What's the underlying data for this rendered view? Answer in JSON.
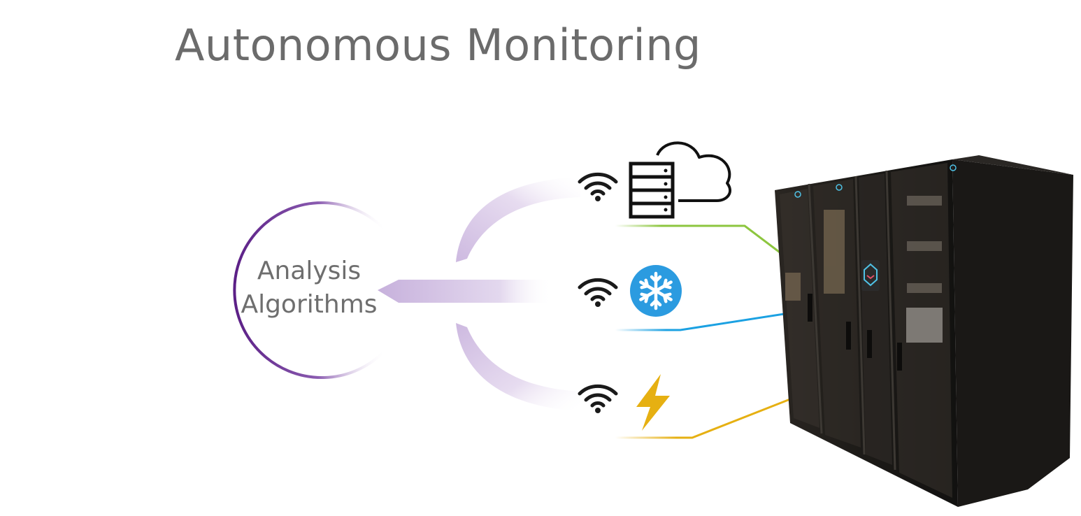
{
  "slide": {
    "title": "Autonomous Monitoring"
  },
  "analysis": {
    "line1": "Analysis",
    "line2": "Algorithms"
  },
  "channels": [
    {
      "id": "server-cloud",
      "icons": [
        "wifi-icon",
        "server-rack-icon",
        "cloud-icon"
      ],
      "line_color": "#8DC63F"
    },
    {
      "id": "cooling",
      "icons": [
        "wifi-icon",
        "snowflake-icon"
      ],
      "line_color": "#1BA1E2"
    },
    {
      "id": "power",
      "icons": [
        "wifi-icon",
        "lightning-bolt-icon"
      ],
      "line_color": "#E6B012"
    }
  ],
  "colors": {
    "title": "#6b6b6b",
    "circle": "#6a2c91",
    "arrows": "#cbb6dd",
    "snowflake_bg": "#2b9be0",
    "bolt": "#e6b012",
    "rack": "#1b1a18"
  },
  "rack_image": {
    "label": "data-center-rack-photo"
  }
}
